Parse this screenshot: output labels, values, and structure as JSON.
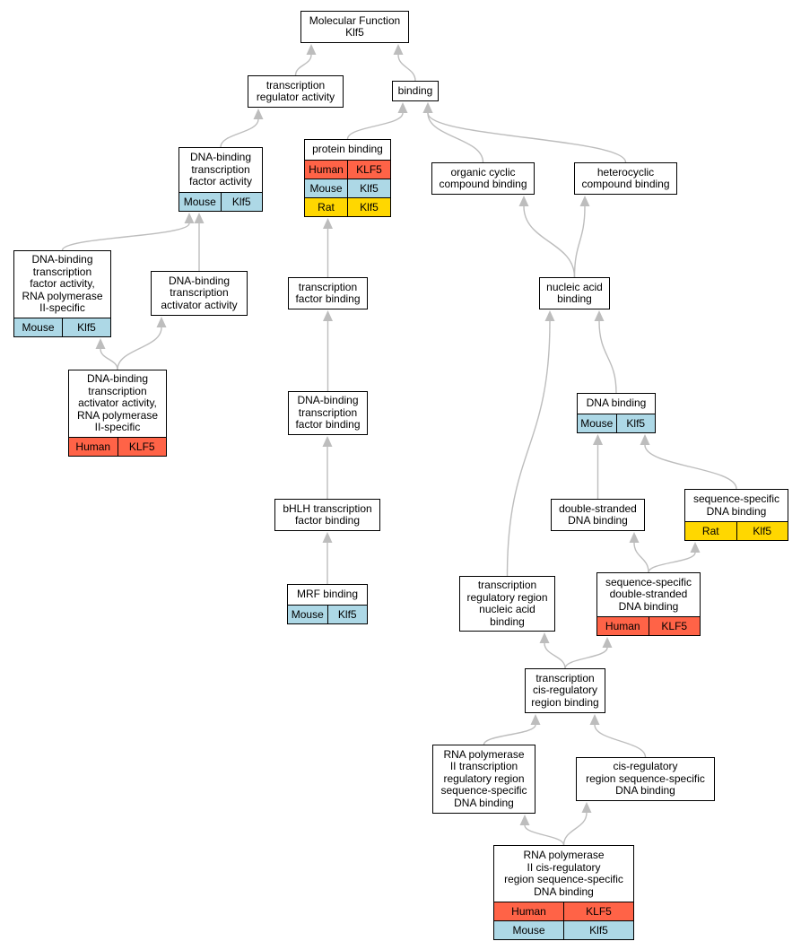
{
  "colors": {
    "human": "#ff6347",
    "mouse": "#add8e6",
    "rat": "#ffd700",
    "edge": "#bdbdbd"
  },
  "nodes": {
    "molecular_function": {
      "label": "Molecular Function\nKlf5",
      "annotations": []
    },
    "transcription_regulator_activity": {
      "label": "transcription\nregulator activity",
      "annotations": []
    },
    "binding": {
      "label": "binding",
      "annotations": []
    },
    "dna_binding_tf_activity": {
      "label": "DNA-binding\ntranscription\nfactor activity",
      "annotations": [
        {
          "species": "Mouse",
          "gene": "Klf5"
        }
      ]
    },
    "protein_binding": {
      "label": "protein binding",
      "annotations": [
        {
          "species": "Human",
          "gene": "KLF5"
        },
        {
          "species": "Mouse",
          "gene": "Klf5"
        },
        {
          "species": "Rat",
          "gene": "Klf5"
        }
      ]
    },
    "organic_cyclic_compound_binding": {
      "label": "organic cyclic\ncompound binding",
      "annotations": []
    },
    "heterocyclic_compound_binding": {
      "label": "heterocyclic\ncompound binding",
      "annotations": []
    },
    "dna_binding_tf_activity_rnap2": {
      "label": "DNA-binding\ntranscription\nfactor activity,\nRNA polymerase\nII-specific",
      "annotations": [
        {
          "species": "Mouse",
          "gene": "Klf5"
        }
      ]
    },
    "dna_binding_tf_activator_activity": {
      "label": "DNA-binding\ntranscription\nactivator activity",
      "annotations": []
    },
    "transcription_factor_binding": {
      "label": "transcription\nfactor binding",
      "annotations": []
    },
    "nucleic_acid_binding": {
      "label": "nucleic acid\nbinding",
      "annotations": []
    },
    "dna_binding_tf_activator_activity_rnap2": {
      "label": "DNA-binding\ntranscription\nactivator activity,\nRNA polymerase\nII-specific",
      "annotations": [
        {
          "species": "Human",
          "gene": "KLF5"
        }
      ]
    },
    "dna_binding_tf_binding": {
      "label": "DNA-binding\ntranscription\nfactor binding",
      "annotations": []
    },
    "dna_binding": {
      "label": "DNA binding",
      "annotations": [
        {
          "species": "Mouse",
          "gene": "Klf5"
        }
      ]
    },
    "bhlh_tf_binding": {
      "label": "bHLH transcription\nfactor binding",
      "annotations": []
    },
    "double_stranded_dna_binding": {
      "label": "double-stranded\nDNA binding",
      "annotations": []
    },
    "sequence_specific_dna_binding": {
      "label": "sequence-specific\nDNA binding",
      "annotations": [
        {
          "species": "Rat",
          "gene": "Klf5"
        }
      ]
    },
    "transcription_regulatory_region_nucleic_acid_binding": {
      "label": "transcription\nregulatory region\nnucleic acid\nbinding",
      "annotations": []
    },
    "sequence_specific_ds_dna_binding": {
      "label": "sequence-specific\ndouble-stranded\nDNA binding",
      "annotations": [
        {
          "species": "Human",
          "gene": "KLF5"
        }
      ]
    },
    "mrf_binding": {
      "label": "MRF binding",
      "annotations": [
        {
          "species": "Mouse",
          "gene": "Klf5"
        }
      ]
    },
    "transcription_cis_regulatory_region_binding": {
      "label": "transcription\ncis-regulatory\nregion binding",
      "annotations": []
    },
    "rnap2_transcription_regulatory_region_ss_dna_binding": {
      "label": "RNA polymerase\nII transcription\nregulatory region\nsequence-specific\nDNA binding",
      "annotations": []
    },
    "cis_regulatory_region_ss_dna_binding": {
      "label": "cis-regulatory\nregion sequence-specific\nDNA binding",
      "annotations": []
    },
    "rnap2_cis_regulatory_region_ss_dna_binding": {
      "label": "RNA polymerase\nII cis-regulatory\nregion sequence-specific\nDNA binding",
      "annotations": [
        {
          "species": "Human",
          "gene": "KLF5"
        },
        {
          "species": "Mouse",
          "gene": "Klf5"
        }
      ]
    }
  },
  "edges": [
    [
      "transcription_regulator_activity",
      "molecular_function"
    ],
    [
      "binding",
      "molecular_function"
    ],
    [
      "dna_binding_tf_activity",
      "transcription_regulator_activity"
    ],
    [
      "protein_binding",
      "binding"
    ],
    [
      "organic_cyclic_compound_binding",
      "binding"
    ],
    [
      "heterocyclic_compound_binding",
      "binding"
    ],
    [
      "dna_binding_tf_activity_rnap2",
      "dna_binding_tf_activity"
    ],
    [
      "dna_binding_tf_activator_activity",
      "dna_binding_tf_activity"
    ],
    [
      "dna_binding_tf_activator_activity_rnap2",
      "dna_binding_tf_activity_rnap2"
    ],
    [
      "dna_binding_tf_activator_activity_rnap2",
      "dna_binding_tf_activator_activity"
    ],
    [
      "transcription_factor_binding",
      "protein_binding"
    ],
    [
      "dna_binding_tf_binding",
      "transcription_factor_binding"
    ],
    [
      "bhlh_tf_binding",
      "dna_binding_tf_binding"
    ],
    [
      "mrf_binding",
      "bhlh_tf_binding"
    ],
    [
      "nucleic_acid_binding",
      "organic_cyclic_compound_binding"
    ],
    [
      "nucleic_acid_binding",
      "heterocyclic_compound_binding"
    ],
    [
      "dna_binding",
      "nucleic_acid_binding"
    ],
    [
      "transcription_regulatory_region_nucleic_acid_binding",
      "nucleic_acid_binding"
    ],
    [
      "double_stranded_dna_binding",
      "dna_binding"
    ],
    [
      "sequence_specific_dna_binding",
      "dna_binding"
    ],
    [
      "sequence_specific_ds_dna_binding",
      "double_stranded_dna_binding"
    ],
    [
      "sequence_specific_ds_dna_binding",
      "sequence_specific_dna_binding"
    ],
    [
      "transcription_cis_regulatory_region_binding",
      "transcription_regulatory_region_nucleic_acid_binding"
    ],
    [
      "transcription_cis_regulatory_region_binding",
      "sequence_specific_ds_dna_binding"
    ],
    [
      "rnap2_transcription_regulatory_region_ss_dna_binding",
      "transcription_cis_regulatory_region_binding"
    ],
    [
      "cis_regulatory_region_ss_dna_binding",
      "transcription_cis_regulatory_region_binding"
    ],
    [
      "rnap2_cis_regulatory_region_ss_dna_binding",
      "rnap2_transcription_regulatory_region_ss_dna_binding"
    ],
    [
      "rnap2_cis_regulatory_region_ss_dna_binding",
      "cis_regulatory_region_ss_dna_binding"
    ]
  ]
}
